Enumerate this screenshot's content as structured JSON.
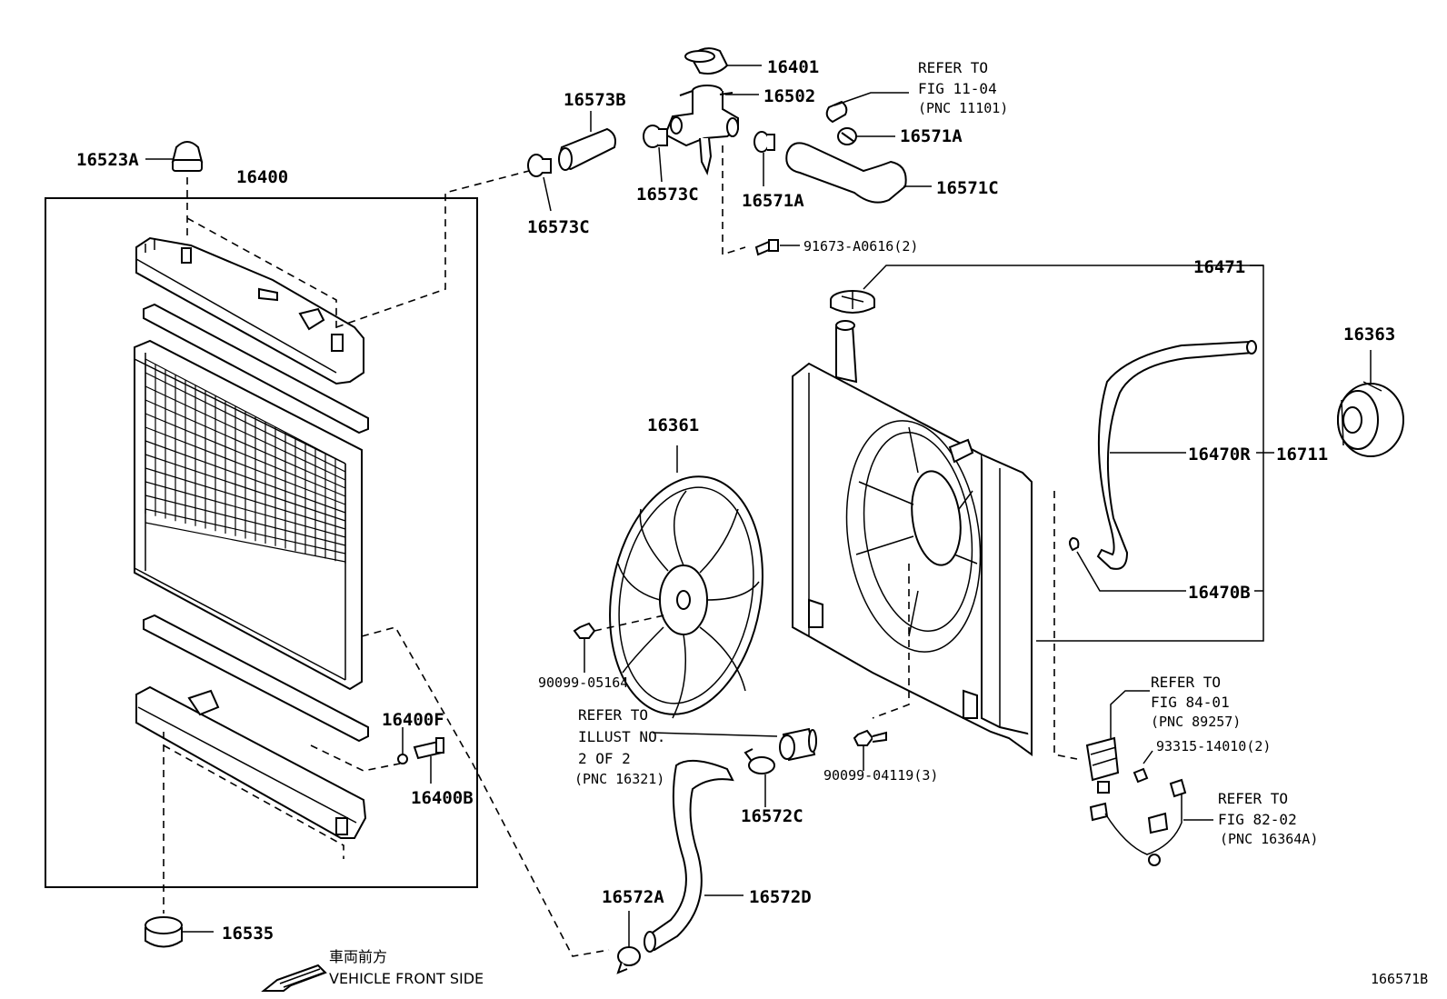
{
  "diagram": {
    "labels": {
      "p16401": "16401",
      "p16502": "16502",
      "p16573B": "16573B",
      "p16523A": "16523A",
      "p16400": "16400",
      "p16573C_a": "16573C",
      "p16573C_b": "16573C",
      "p16571A_a": "16571A",
      "p16571A_b": "16571A",
      "p16571C": "16571C",
      "p91673": "91673-A0616(2)",
      "p16471": "16471",
      "p16363": "16363",
      "p16361": "16361",
      "p16470R": "16470R",
      "p16711": "16711",
      "p16470B": "16470B",
      "p90099_05164": "90099-05164",
      "p16400F": "16400F",
      "p16400B": "16400B",
      "p16572C": "16572C",
      "p90099_04119": "90099-04119(3)",
      "p93315": "93315-14010(2)",
      "p16572A": "16572A",
      "p16572D": "16572D",
      "p16535": "16535",
      "figure_id": "166571B"
    },
    "refs": {
      "ref1_l1": "REFER TO",
      "ref1_l2": "FIG 11-04",
      "ref1_l3": "(PNC 11101)",
      "ref2_l1": "REFER TO",
      "ref2_l2": "ILLUST NO.",
      "ref2_l3": "2 OF 2",
      "ref2_l4": "(PNC 16321)",
      "ref3_l1": "REFER TO",
      "ref3_l2": "FIG 84-01",
      "ref3_l3": "(PNC 89257)",
      "ref4_l1": "REFER TO",
      "ref4_l2": "FIG 82-02",
      "ref4_l3": "(PNC 16364A)"
    },
    "front": {
      "jp": "車両前方",
      "en": "VEHICLE FRONT SIDE"
    }
  }
}
